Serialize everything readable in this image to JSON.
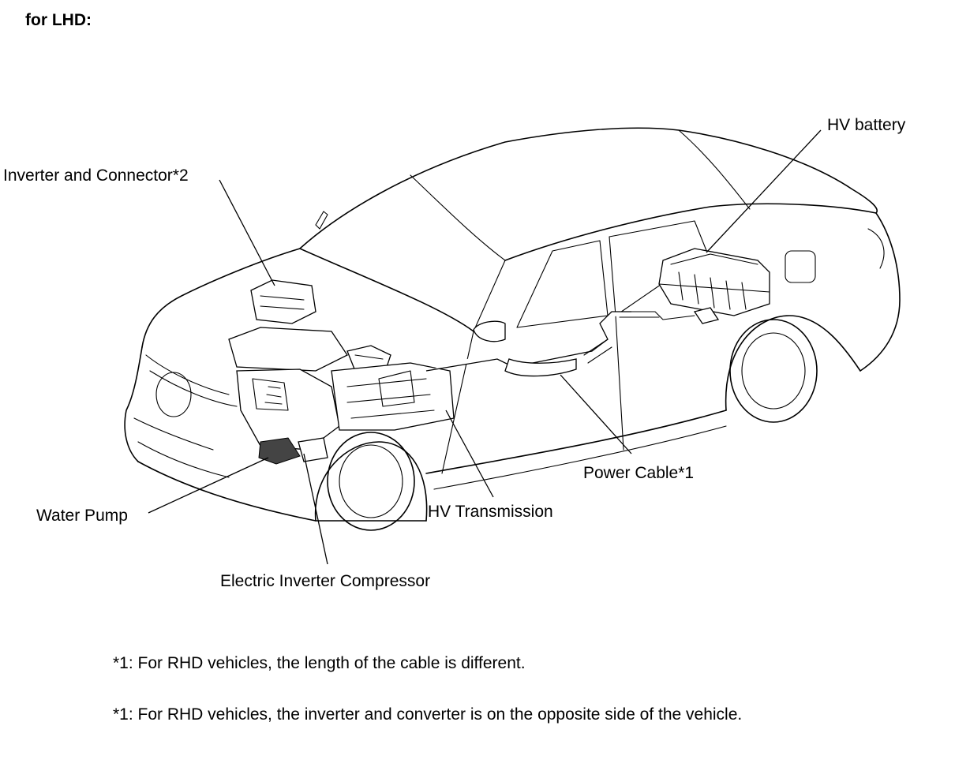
{
  "heading": "for LHD:",
  "labels": {
    "hv_battery": "HV battery",
    "inverter": "Inverter and Connector*2",
    "power_cable": "Power Cable*1",
    "hv_transmission": "HV Transmission",
    "water_pump": "Water Pump",
    "compressor": "Electric Inverter Compressor"
  },
  "notes": [
    "*1: For RHD vehicles, the length of the cable is different.",
    "*1: For RHD vehicles, the inverter and converter is on the opposite side of the vehicle."
  ]
}
